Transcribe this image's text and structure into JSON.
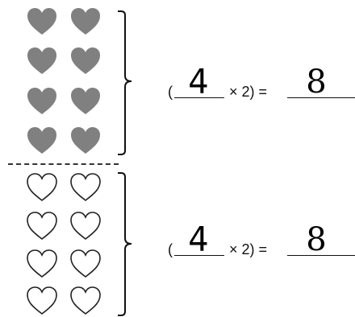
{
  "colors": {
    "filled_heart": "#808080",
    "outline_heart": "#222222",
    "background": "#ffffff"
  },
  "groups": [
    {
      "heart_style": "filled",
      "heart_count": 8,
      "equation": {
        "open_paren": "(",
        "answer_factor": "4",
        "times_text": "× 2) =",
        "answer_product": "8"
      }
    },
    {
      "heart_style": "outline",
      "heart_count": 8,
      "equation": {
        "open_paren": "(",
        "answer_factor": "4",
        "times_text": "× 2) =",
        "answer_product": "8"
      }
    }
  ]
}
